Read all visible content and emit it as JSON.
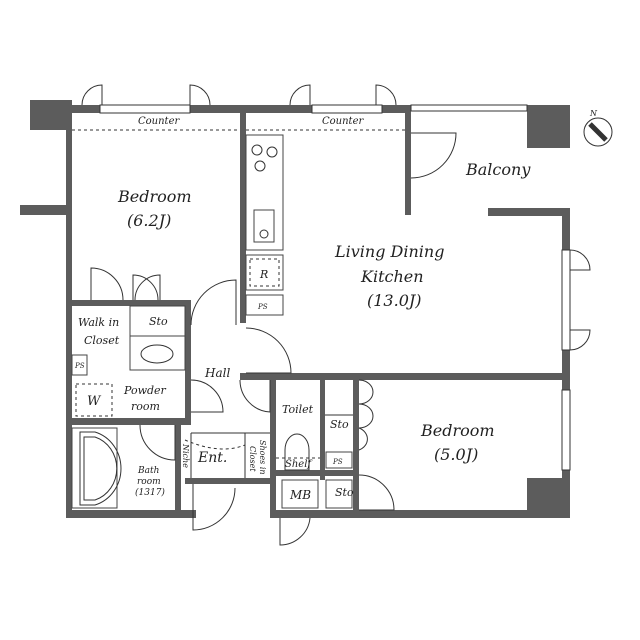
{
  "labels": {
    "counter_left": "Counter",
    "counter_right": "Counter",
    "bedroom1": "Bedroom",
    "bedroom1_size": "(6.2J)",
    "balcony": "Balcony",
    "ldk_line1": "Living Dining",
    "ldk_line2": "Kitchen",
    "ldk_size": "(13.0J)",
    "refrigerator": "R",
    "ps1": "PS",
    "ps2": "PS",
    "ps3": "PS",
    "walk_in_line1": "Walk in",
    "walk_in_line2": "Closet",
    "sto1": "Sto",
    "sto2": "Sto",
    "sto3": "Sto",
    "hall": "Hall",
    "washer": "W",
    "powder_line1": "Powder",
    "powder_line2": "room",
    "toilet": "Toilet",
    "shelf": "Shelf",
    "bedroom2": "Bedroom",
    "bedroom2_size": "(5.0J)",
    "niche": "Niche",
    "entrance": "Ent.",
    "shoes_line1": "Shoes in",
    "shoes_line2": "Closet",
    "bath_line1": "Bath",
    "bath_line2": "room",
    "bath_line3": "(1317)",
    "mb": "MB",
    "compass_north": "N"
  },
  "colors": {
    "wall": "#5c5c5c",
    "line": "#333333"
  }
}
